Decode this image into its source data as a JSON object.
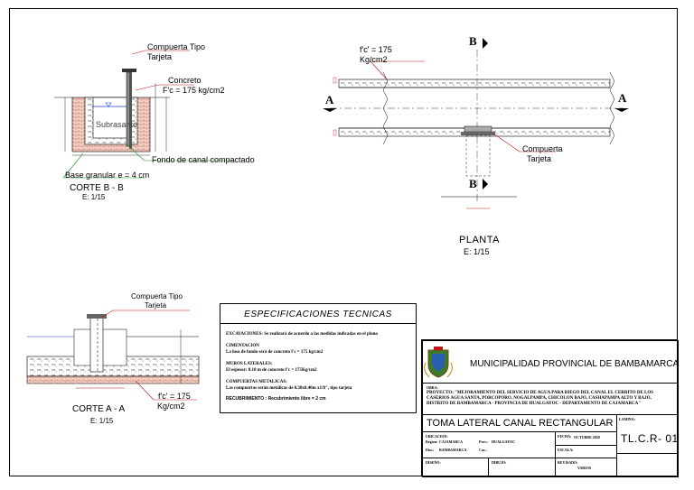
{
  "corte_bb": {
    "label_gate": "Compuerta Tipo",
    "label_gate2": "Tarjeta",
    "label_concrete": "Concreto",
    "label_fc": "F'c = 175 kg/cm2",
    "label_subrasante": "Subrasante",
    "label_fondo": "Fondo de canal compactado",
    "label_base": "Base granular e = 4 cm",
    "title": "CORTE B - B",
    "scale": "E: 1/15"
  },
  "planta": {
    "label_fc": "f'c' = 175",
    "label_fc_unit": "Kg/cm2",
    "section_b": "B",
    "section_a": "A",
    "label_gate": "Compuerta",
    "label_gate2": "Tarjeta",
    "title": "PLANTA",
    "scale": "E: 1/15"
  },
  "corte_aa": {
    "label_gate": "Compuerta Tipo",
    "label_gate2": "Tarjeta",
    "label_fc": "f'c' = 175",
    "label_fc_unit": "Kg/cm2",
    "title": "CORTE A - A",
    "scale": "E: 1/15"
  },
  "specs": {
    "title": "ESPECIFICACIONES TECNICAS",
    "lines": [
      "EXCAVACIONES: Se realizará de acuerdo a las medidas indicadas en el plano",
      "CIMENTACION",
      "La losa de fondo será de concreto f'c = 175 kg/cm2",
      "MUROS LATERALES:",
      "El espesor: 0.10 m de concreto f'c = 175Kg/cm2",
      "COMPUERTAS METALICAS:",
      "Las compuertas serán metálicas de 0.30x0.40m x1/8\", tipo tarjeta",
      "RECUBRIMIENTO : Recubrimiento libre = 2 cm"
    ]
  },
  "title_block": {
    "municipality": "MUNICIPALIDAD PROVINCIAL DE BAMBAMARCA",
    "project_label": "OBRA:",
    "project": "PROYECTO: \"MEJORAMIENTO DEL SERVICIO DE AGUA PARA RIEGO DEL CANAL EL CERRITO DE LOS CASERIOS AGUA SANTA, PORCOPORO, NOGALPAMPA, CHICOLON BAJO, CASHAPAMPA ALTO Y BAJO, DISTRITO DE BAMBAMARCA - PROVINCIA DE HUALGAYOC - DEPARTAMENTO DE CAJAMARCA\"",
    "sheet_title": "TOMA LATERAL CANAL RECTANGULAR",
    "sheet_label": "LAMINA:",
    "sheet_code": "TL.C.R- 01",
    "location_label": "UBICACION:",
    "region_k": "Region:",
    "region_v": "CAJAMARCA",
    "prov_k": "Prov.:",
    "prov_v": "HUALGAYOC",
    "dist_k": "Dist.:",
    "dist_v": "BAMBAMARCA",
    "cas_k": "Cas.:",
    "fecha_label": "FECHA:",
    "fecha": "OCTUBRE 2020",
    "escala_label": "ESCALA:",
    "dibujo_label": "DISEÑO:",
    "dibujo2_label": "DIBUJO:",
    "revision_label": "REVISADO:",
    "revision_v": "VARIOS"
  }
}
